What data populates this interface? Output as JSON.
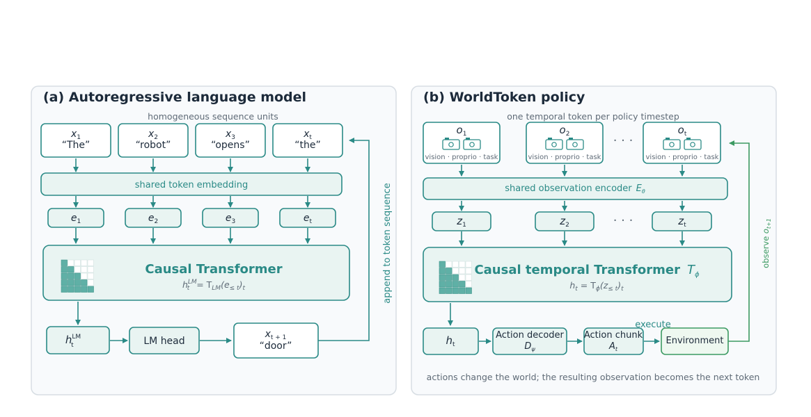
{
  "panel_a": {
    "title": "(a) Autoregressive language model",
    "note": "homogeneous sequence units",
    "tokens": [
      {
        "var": "x",
        "sub": "1",
        "word": "“The”"
      },
      {
        "var": "x",
        "sub": "2",
        "word": "“robot”"
      },
      {
        "var": "x",
        "sub": "3",
        "word": "“opens”"
      },
      {
        "var": "x",
        "sub": "t",
        "word": "“the”"
      }
    ],
    "embedding": "shared token embedding",
    "embeds": [
      {
        "var": "e",
        "sub": "1"
      },
      {
        "var": "e",
        "sub": "2"
      },
      {
        "var": "e",
        "sub": "3"
      },
      {
        "var": "e",
        "sub": "t"
      }
    ],
    "transformer": "Causal Transformer",
    "transformer_formula": {
      "h": "h",
      "sup": "LM",
      "sub": "t",
      "rest": " = T",
      "rest_sub": "LM",
      "rest2": "(e",
      "rest2_sub": "≤ t",
      "rest3": ")",
      "rest3_sub": "t"
    },
    "hidden": {
      "var": "h",
      "sup": "LM",
      "sub": "t"
    },
    "lm_head": "LM head",
    "next": {
      "var": "x",
      "sub": "t + 1",
      "word": "“door”"
    },
    "loop_label": "append to token sequence"
  },
  "panel_b": {
    "title": "(b) WorldToken policy",
    "note": "one temporal token per policy timestep",
    "observations": [
      {
        "var": "o",
        "sub": "1",
        "modalities": "vision · proprio · task"
      },
      {
        "var": "o",
        "sub": "2",
        "modalities": "vision · proprio · task"
      },
      {
        "var": "o",
        "sub": "t",
        "modalities": "vision · proprio · task"
      }
    ],
    "ellipsis": "· · ·",
    "encoder": "shared observation encoder",
    "encoder_sym": {
      "var": "E",
      "sub": "θ"
    },
    "latents": [
      {
        "var": "z",
        "sub": "1"
      },
      {
        "var": "z",
        "sub": "2"
      },
      {
        "var": "z",
        "sub": "t"
      }
    ],
    "transformer": "Causal temporal Transformer",
    "transformer_sym": {
      "var": "T",
      "sub": "ϕ"
    },
    "transformer_formula": {
      "lhs": "h",
      "lhs_sub": "t",
      "mid": " = T",
      "mid_sub": "ϕ",
      "arg": "(z",
      "arg_sub": "≤ t",
      "end": ")",
      "end_sub": "t"
    },
    "hidden": {
      "var": "h",
      "sub": "t"
    },
    "decoder": {
      "label": "Action decoder",
      "var": "D",
      "sub": "ψ"
    },
    "chunk": {
      "label": "Action chunk",
      "var": "A",
      "sub": "t"
    },
    "execute": "execute",
    "environment": "Environment",
    "observe": {
      "text": "observe ",
      "var": "o",
      "sub": "t+1"
    },
    "footer": "actions change the world; the resulting observation becomes the next token"
  },
  "colors": {
    "teal": "#2a8a86",
    "green": "#3c9a62",
    "panel_bg": "#f8fafc"
  }
}
